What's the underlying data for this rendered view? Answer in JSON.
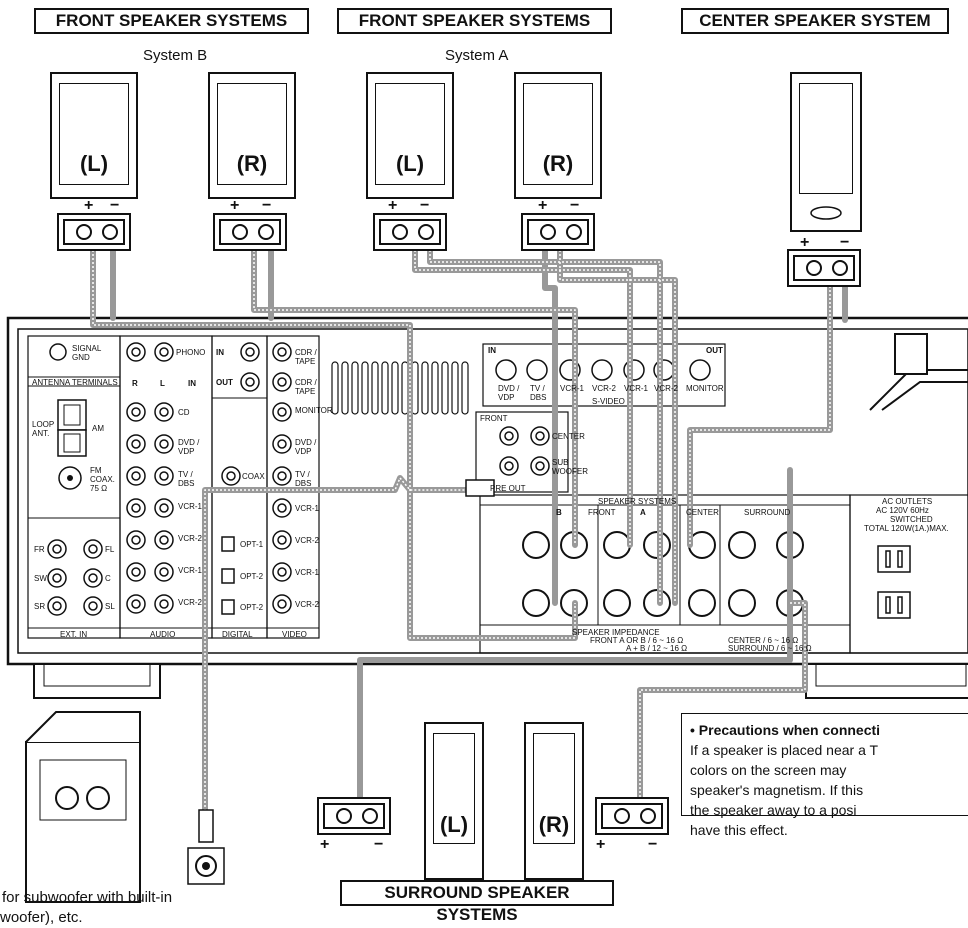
{
  "headers": {
    "front_b": "FRONT SPEAKER SYSTEMS",
    "front_a": "FRONT SPEAKER SYSTEMS",
    "center": "CENTER SPEAKER SYSTEM",
    "surround": "SURROUND SPEAKER SYSTEMS"
  },
  "systems": {
    "b": "System B",
    "a": "System A"
  },
  "speakers": {
    "left": "(L)",
    "right": "(R)"
  },
  "polarity": {
    "plus": "+",
    "minus": "−"
  },
  "panel": {
    "signal_gnd": "SIGNAL GND",
    "antenna_terminals": "ANTENNA TERMINALS",
    "loop_ant": "LOOP ANT.",
    "am": "AM",
    "fm": "FM COAX. 75 Ω",
    "phono": "PHONO",
    "in": "IN",
    "out": "OUT",
    "cdr_tape": "CDR / TAPE",
    "cd": "CD",
    "dvd_vdp": "DVD / VDP",
    "tv_dbs": "TV / DBS",
    "vcr1": "VCR-1",
    "vcr2": "VCR-2",
    "monitor": "MONITOR",
    "coax": "COAX",
    "opt1": "OPT-1",
    "opt2": "OPT-2",
    "ext_in": "EXT. IN",
    "audio": "AUDIO",
    "digital": "DIGITAL",
    "video": "VIDEO",
    "fr": "FR",
    "fl": "FL",
    "sw": "SW",
    "c": "C",
    "sr": "SR",
    "sl": "SL",
    "r": "R",
    "l": "L",
    "svideo": "S-VIDEO",
    "front": "FRONT",
    "center": "CENTER",
    "subwoofer": "SUB WOOFER",
    "preout": "PRE OUT",
    "speaker_systems": "SPEAKER SYSTEMS",
    "surround": "SURROUND",
    "a_mark": "A",
    "b_mark": "B",
    "impedance_title": "SPEAKER IMPEDANCE",
    "impedance_front1": "FRONT  A OR B / 6 ~ 16 Ω",
    "impedance_front2": "A + B / 12 ~ 16 Ω",
    "impedance_center": "CENTER   / 6 ~ 16 Ω",
    "impedance_surround": "SURROUND / 6 ~ 16 Ω",
    "ac_outlets": "AC OUTLETS",
    "ac_spec": "AC 120V 60Hz",
    "switched": "SWITCHED",
    "total": "TOTAL 120W(1A.)MAX."
  },
  "note": {
    "title": "• Precautions when connecti",
    "lines": [
      "If a speaker is placed near a T",
      "colors on the screen may",
      "speaker's magnetism. If this",
      "the speaker away to a posi",
      "have this effect."
    ]
  },
  "bottom_text": {
    "line1": "for subwoofer with built-in",
    "line2": "woofer), etc."
  }
}
